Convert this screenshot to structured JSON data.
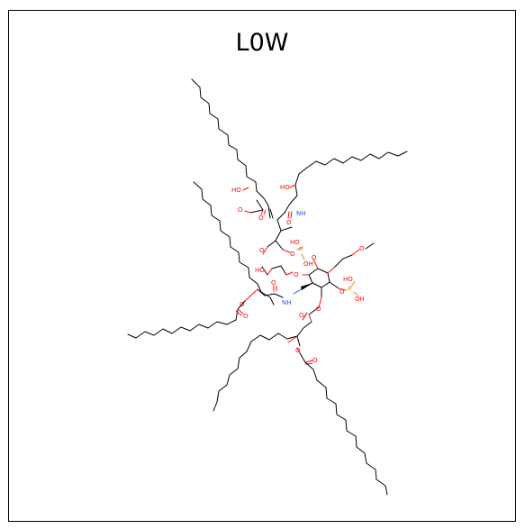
{
  "title": "L0W",
  "atom_labels": {
    "hydroxyl": "HO",
    "oxygen": "O",
    "amide_n": "NH",
    "amide_n2": "N",
    "phosphorus": "P",
    "phosphate_oh": "OH"
  },
  "colors": {
    "carbon": "#000000",
    "oxygen": "#ff0d0d",
    "nitrogen": "#3050f8",
    "phosphorus": "#ff8000"
  }
}
